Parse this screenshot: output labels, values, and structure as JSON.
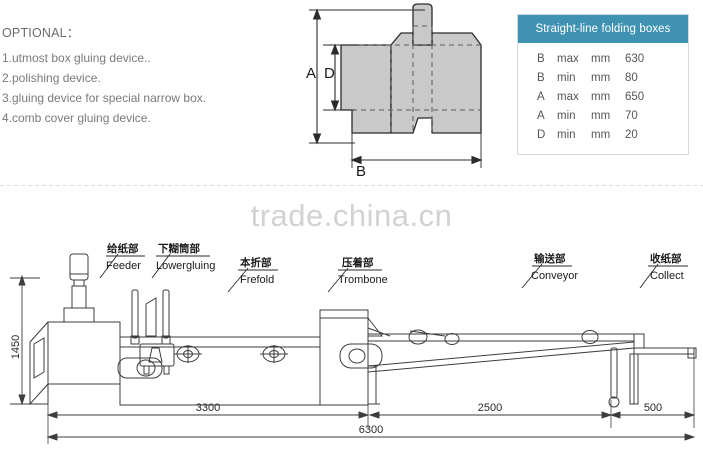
{
  "optional": {
    "title": "OPTIONAL：",
    "items": [
      "1.utmost box gluing device..",
      "2.polishing device.",
      "3.gluing device for special narrow box.",
      "4.comb cover gluing device."
    ]
  },
  "dieline": {
    "label_a": "A",
    "label_d": "D",
    "label_b": "B"
  },
  "spec_table": {
    "header": "Straight-line folding boxes",
    "header_color": "#3f92b2",
    "rows": [
      {
        "symbol": "B",
        "limit": "max",
        "unit": "mm",
        "value": "630"
      },
      {
        "symbol": "B",
        "limit": "min",
        "unit": "mm",
        "value": "80"
      },
      {
        "symbol": "A",
        "limit": "max",
        "unit": "mm",
        "value": "650"
      },
      {
        "symbol": "A",
        "limit": "min",
        "unit": "mm",
        "value": "70"
      },
      {
        "symbol": "D",
        "limit": "min",
        "unit": "mm",
        "value": "20"
      }
    ]
  },
  "watermark": {
    "text": "trade.china.cn"
  },
  "machine": {
    "stations": [
      {
        "cn": "给纸部",
        "en": "Feeder"
      },
      {
        "cn": "下糊筒部",
        "en": "Lowergluing"
      },
      {
        "cn": "本折部",
        "en": "Frefold"
      },
      {
        "cn": "压着部",
        "en": "Trombone"
      },
      {
        "cn": "输送部",
        "en": "Conveyor"
      },
      {
        "cn": "收纸部",
        "en": "Collect"
      }
    ],
    "dimensions": {
      "height": "1450",
      "segment_1": "3300",
      "segment_2": "2500",
      "segment_3": "500",
      "total": "6300"
    }
  }
}
